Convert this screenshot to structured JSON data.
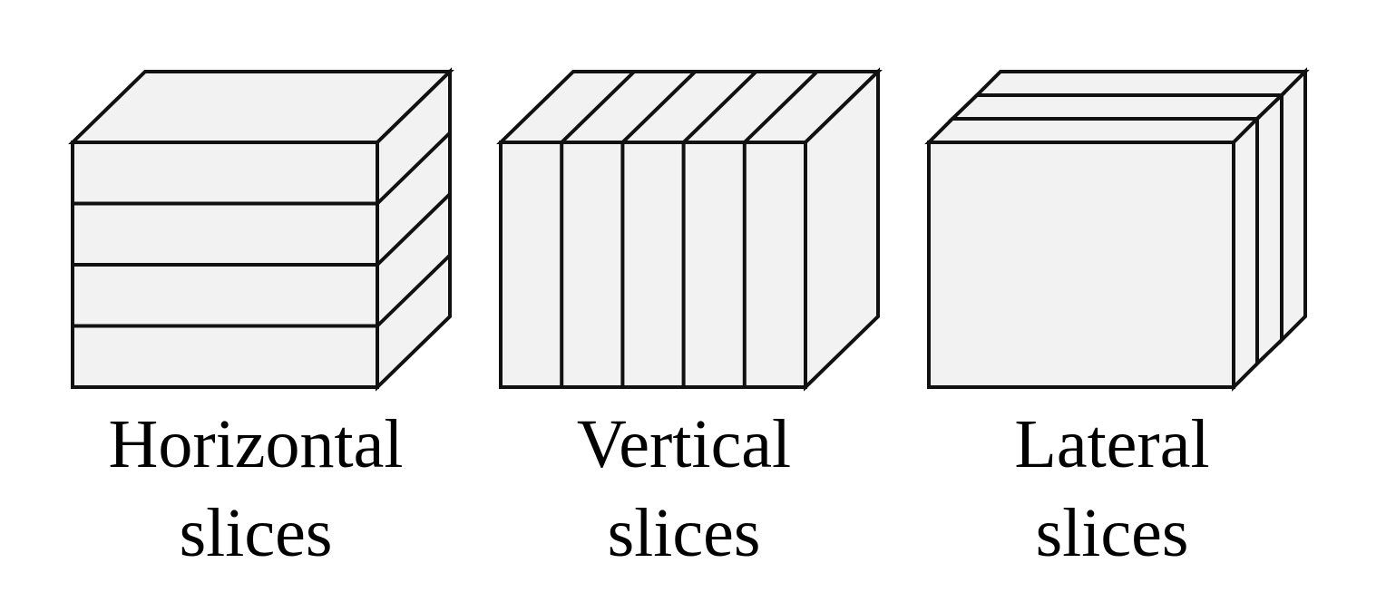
{
  "diagram": {
    "fill_color": "#f2f2f2",
    "stroke_color": "#111111",
    "panels": [
      {
        "slice_type": "horizontal",
        "slice_count": 4,
        "label_line1": "Horizontal",
        "label_line2": "slices"
      },
      {
        "slice_type": "vertical",
        "slice_count": 5,
        "label_line1": "Vertical",
        "label_line2": "slices"
      },
      {
        "slice_type": "lateral",
        "slice_count": 3,
        "label_line1": "Lateral",
        "label_line2": "slices"
      }
    ]
  }
}
